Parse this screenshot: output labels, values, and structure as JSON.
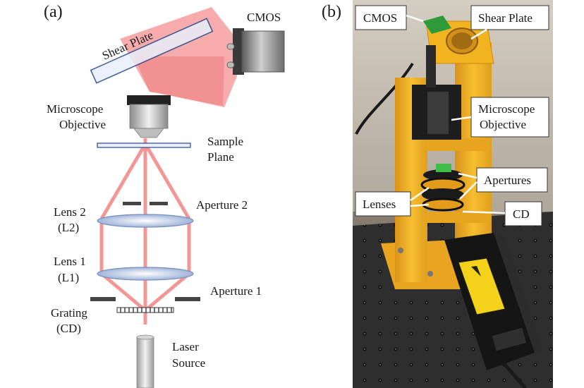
{
  "panel_a": {
    "letter": "(a)",
    "labels": {
      "shear_plate": "Shear Plate",
      "cmos": "CMOS",
      "microscope_line1": "Microscope",
      "microscope_line2": "Objective",
      "sample_line1": "Sample",
      "sample_line2": "Plane",
      "aperture2": "Aperture 2",
      "lens2_line1": "Lens 2",
      "lens2_line2": "(L2)",
      "lens1_line1": "Lens 1",
      "lens1_line2": "(L1)",
      "aperture1": "Aperture 1",
      "grating_line1": "Grating",
      "grating_line2": "(CD)",
      "laser_line1": "Laser",
      "laser_line2": "Source"
    }
  },
  "panel_b": {
    "letter": "(b)",
    "labels": {
      "cmos": "CMOS",
      "shear_plate": "Shear Plate",
      "microscope_line1": "Microscope",
      "microscope_line2": "Objective",
      "apertures": "Apertures",
      "lenses": "Lenses",
      "cd": "CD"
    }
  },
  "colors": {
    "beam": "#f26d6d",
    "beam_fill": "#f5a3a3",
    "frame": "#f2b321",
    "plate_stroke": "#2b4a8c",
    "table": "#2f2f2f"
  }
}
